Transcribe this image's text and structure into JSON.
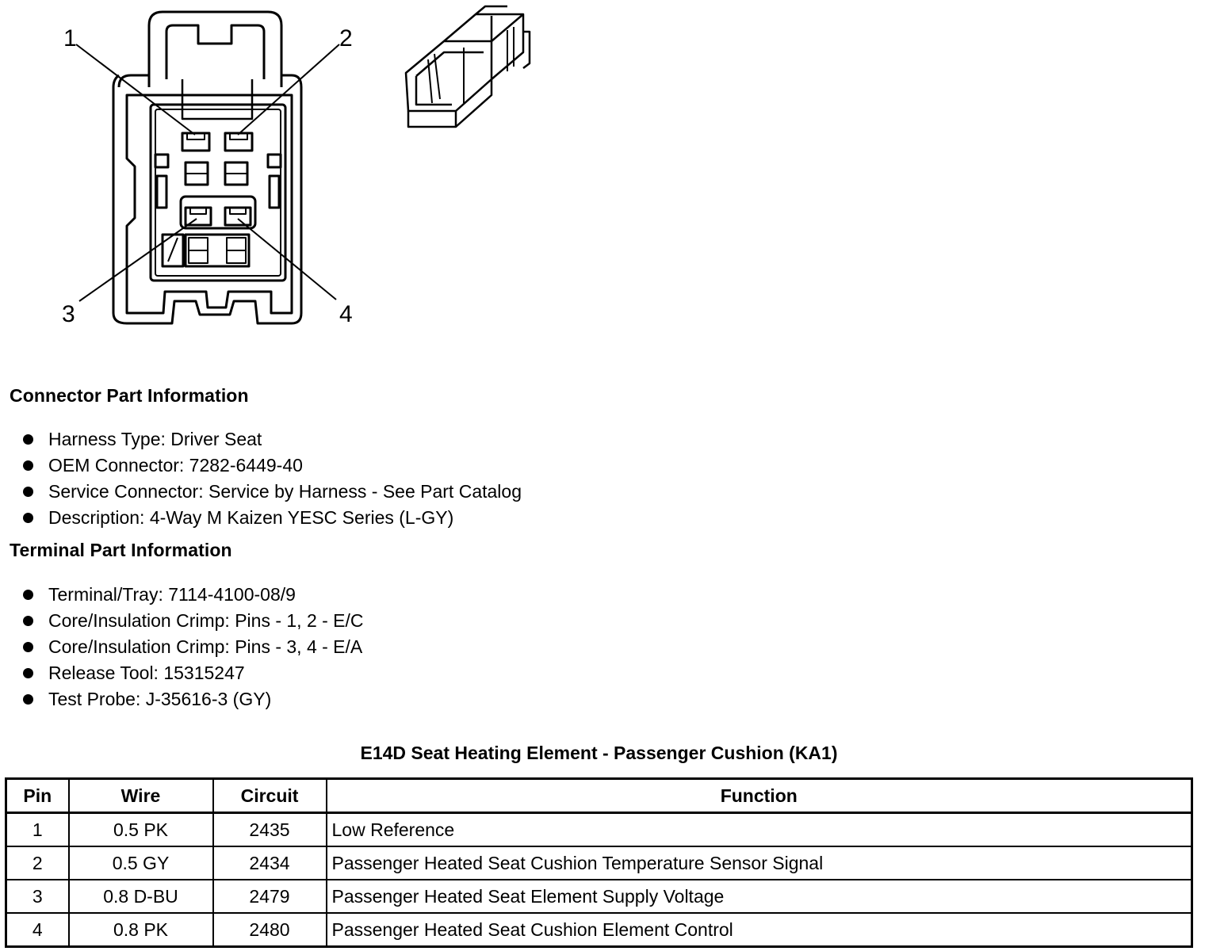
{
  "diagram": {
    "callouts": [
      "1",
      "2",
      "3",
      "4"
    ]
  },
  "connector_info": {
    "heading": "Connector Part Information",
    "items": [
      "Harness Type: Driver Seat",
      "OEM Connector: 7282-6449-40",
      "Service Connector: Service by Harness - See Part Catalog",
      "Description: 4-Way M Kaizen YESC Series (L-GY)"
    ]
  },
  "terminal_info": {
    "heading": "Terminal Part Information",
    "items": [
      "Terminal/Tray: 7114-4100-08/9",
      "Core/Insulation Crimp: Pins - 1, 2 - E/C",
      "Core/Insulation Crimp: Pins - 3, 4 - E/A",
      "Release Tool: 15315247",
      "Test Probe: J-35616-3 (GY)"
    ]
  },
  "table": {
    "title": "E14D Seat Heating Element - Passenger Cushion (KA1)",
    "headers": [
      "Pin",
      "Wire",
      "Circuit",
      "Function"
    ],
    "rows": [
      [
        "1",
        "0.5 PK",
        "2435",
        "Low Reference"
      ],
      [
        "2",
        "0.5 GY",
        "2434",
        "Passenger Heated Seat Cushion Temperature Sensor Signal"
      ],
      [
        "3",
        "0.8 D-BU",
        "2479",
        "Passenger Heated Seat Element Supply Voltage"
      ],
      [
        "4",
        "0.8 PK",
        "2480",
        "Passenger Heated Seat Cushion Element Control"
      ]
    ]
  }
}
